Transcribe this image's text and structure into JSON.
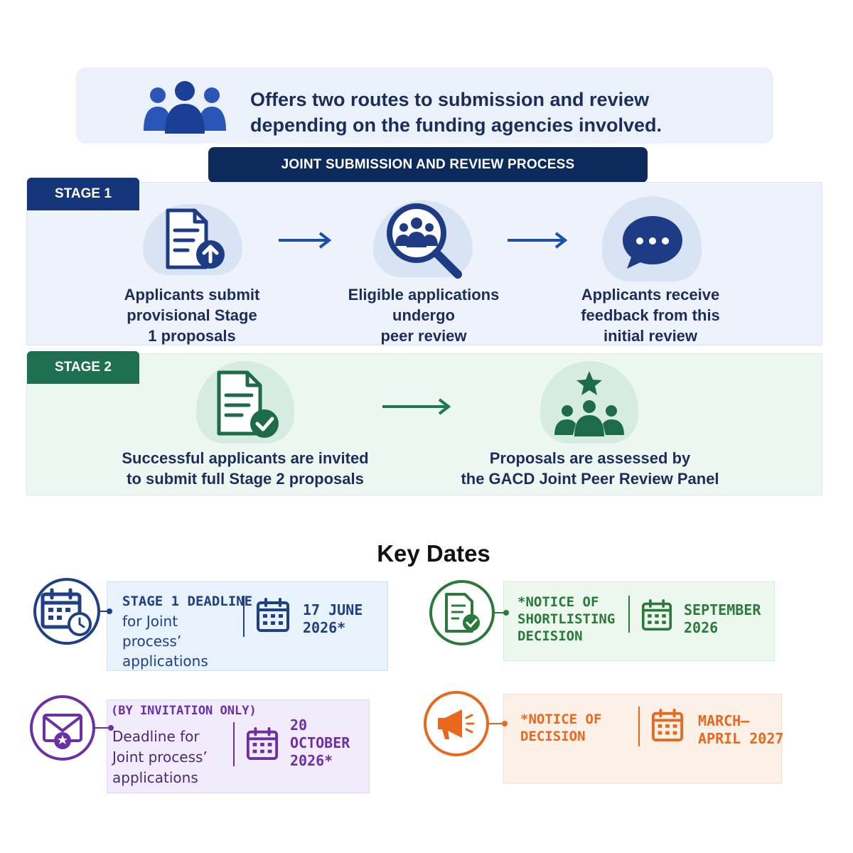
{
  "banner": {
    "line1": "Offers two routes to submission and review",
    "line2": "depending on the funding agencies involved.",
    "icon": "people-group-icon"
  },
  "process_title": "JOINT SUBMISSION AND REVIEW PROCESS",
  "stage1": {
    "tab": "STAGE 1",
    "steps": [
      {
        "icon": "document-upload-icon",
        "lines": [
          "Applicants submit",
          "provisional Stage",
          "1 proposals"
        ]
      },
      {
        "icon": "magnifier-people-icon",
        "lines": [
          "Eligible applications",
          "undergo",
          "peer review"
        ]
      },
      {
        "icon": "chat-bubble-icon",
        "lines": [
          "Applicants receive",
          "feedback from this",
          "initial review"
        ]
      }
    ]
  },
  "stage2": {
    "tab": "STAGE 2",
    "steps": [
      {
        "icon": "document-check-icon",
        "lines": [
          "Successful applicants are invited",
          "to submit full Stage 2 proposals"
        ]
      },
      {
        "icon": "panel-star-icon",
        "lines": [
          "Proposals are assessed by",
          "the GACD Joint Peer Review Panel"
        ]
      }
    ]
  },
  "key_dates": {
    "title": "Key Dates",
    "items": [
      {
        "heading": "STAGE 1 DEADLINE",
        "body": [
          "for Joint",
          "process’",
          "applications"
        ],
        "date": [
          "17 JUNE",
          "2026*"
        ],
        "color": "#1f3f86",
        "icon": "calendar-clock-icon"
      },
      {
        "heading": "*NOTICE OF",
        "heading2": "SHORTLISTING",
        "heading3": "DECISION",
        "date": [
          "SEPTEMBER",
          "2026"
        ],
        "color": "#2b7a3b",
        "icon": "document-check-icon"
      },
      {
        "heading": "(BY INVITATION ONLY)",
        "body": [
          "Deadline for",
          "Joint process’",
          "applications"
        ],
        "date": [
          "20",
          "OCTOBER",
          "2026*"
        ],
        "color": "#6b2fa6",
        "icon": "envelope-star-icon"
      },
      {
        "heading": "*NOTICE OF",
        "heading2": "DECISION",
        "date": [
          "MARCH–",
          "APRIL 2027"
        ],
        "color": "#e8681e",
        "icon": "megaphone-icon"
      }
    ]
  }
}
